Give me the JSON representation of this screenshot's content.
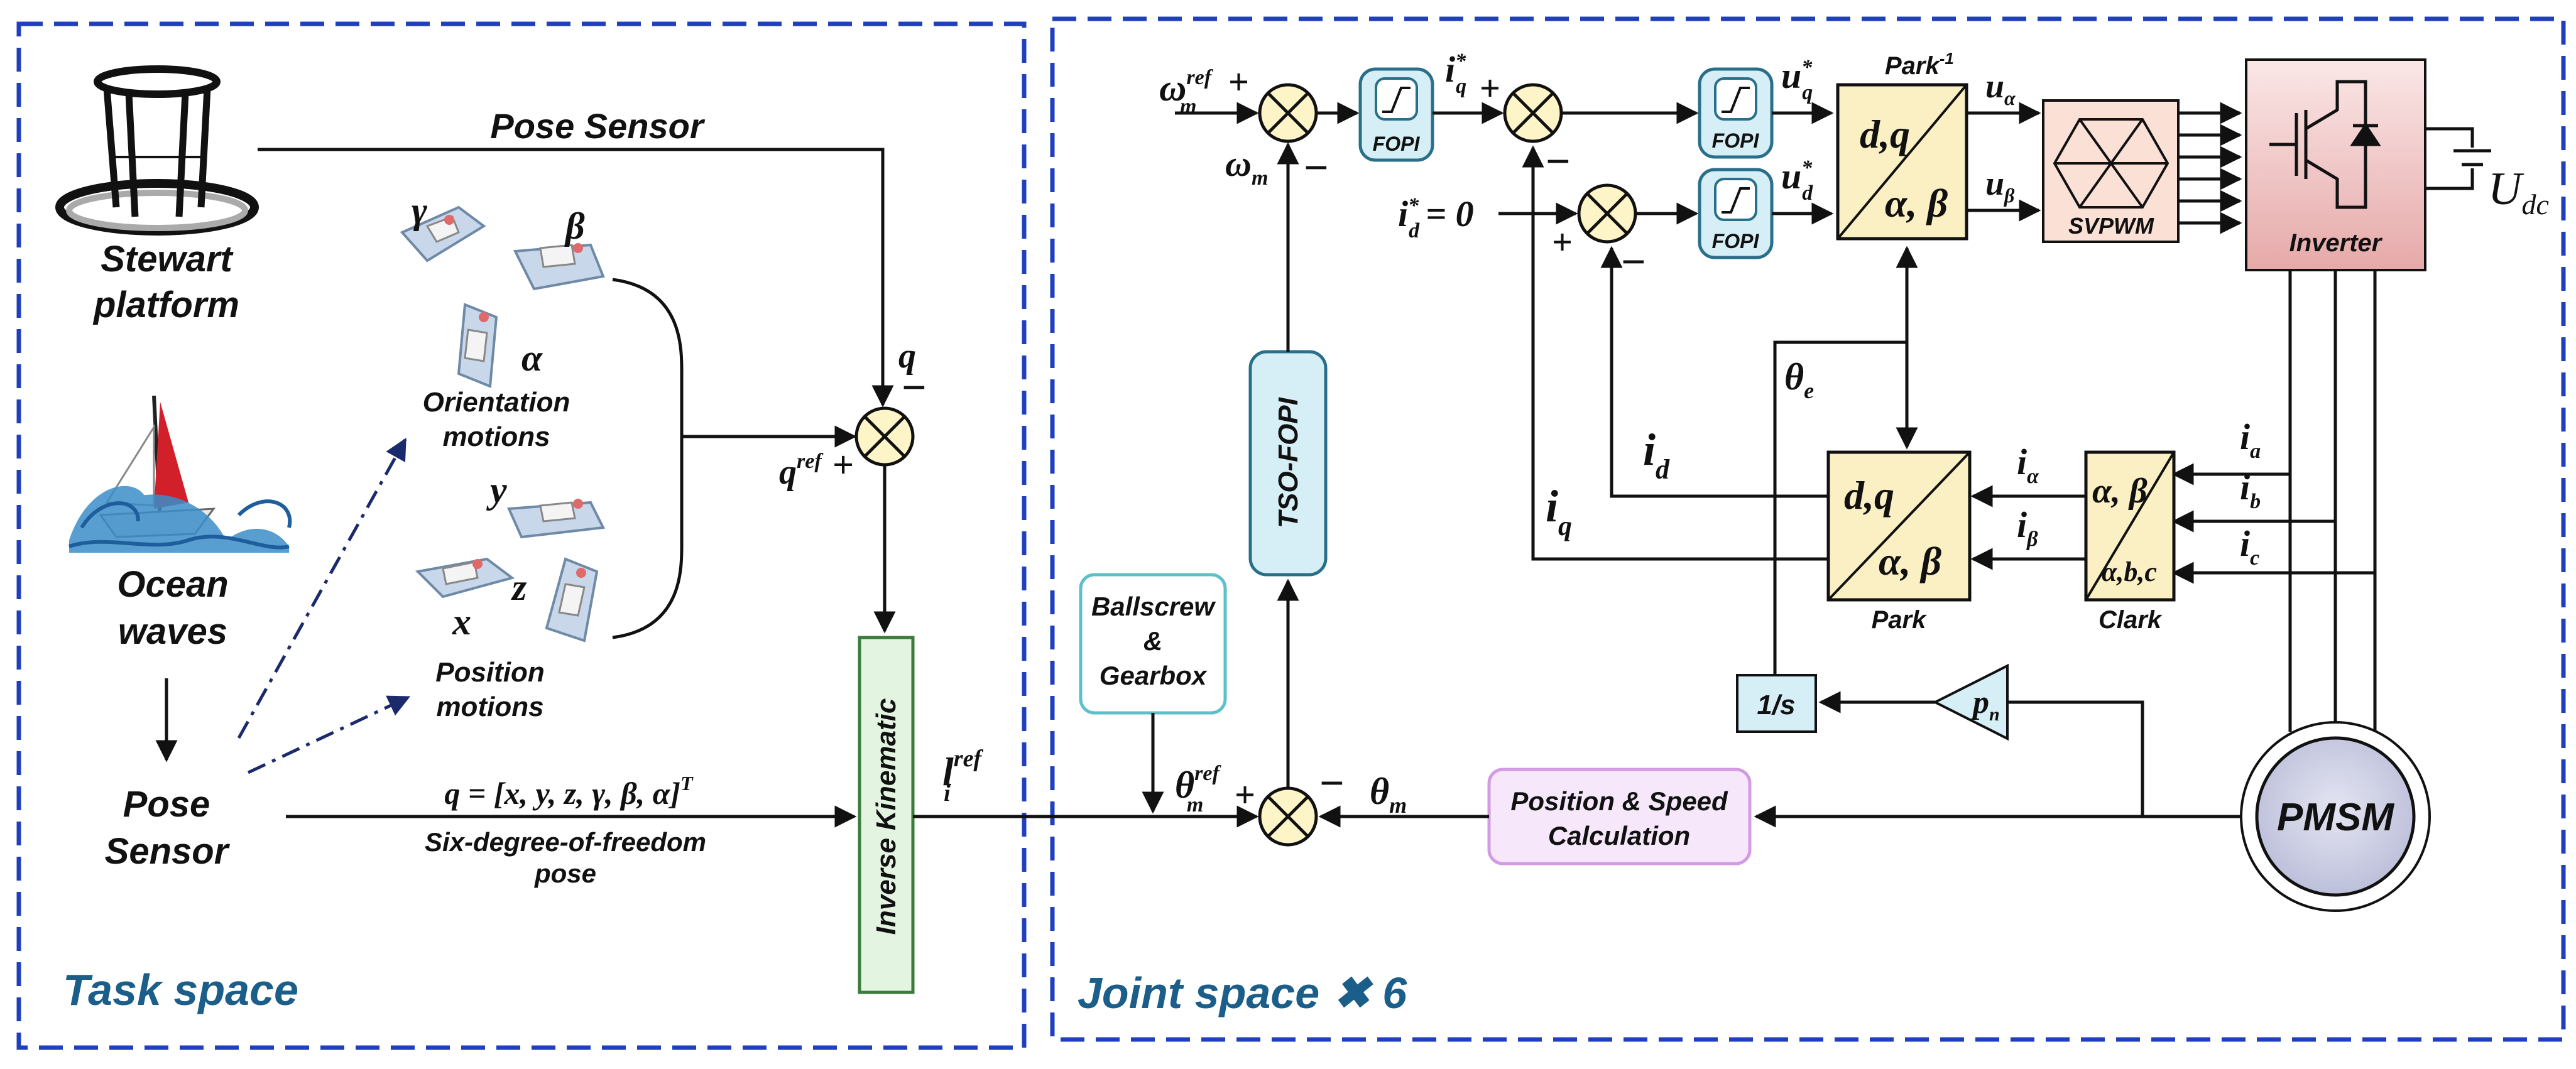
{
  "colors": {
    "border": "#1f3fbf",
    "space_label": "#1b5e8a",
    "fopi_fill": "#d6eef5",
    "fopi_stroke": "#2a6f8a",
    "park_fill": "#fbefc4",
    "svpwm_fill": "#fbe0d6",
    "inverter_fill": "#e9b3b3",
    "ik_fill": "#e3f4e1",
    "ik_stroke": "#3b7b3b",
    "ballscrew_stroke": "#5cc0c8",
    "pos_speed_fill": "#f6e8fa",
    "pos_speed_stroke": "#d39be3",
    "pmsm_fill": "#c9cbe2",
    "sum_fill": "#fdf4c8"
  },
  "task_space": {
    "label": "Task space",
    "stewart_label_1": "Stewart",
    "stewart_label_2": "platform",
    "ocean_label_1": "Ocean",
    "ocean_label_2": "waves",
    "pose_sensor_top": "Pose Sensor",
    "pose_sensor_1": "Pose",
    "pose_sensor_2": "Sensor",
    "orientation_1": "Orientation",
    "orientation_2": "motions",
    "position_1": "Position",
    "position_2": "motions",
    "gamma": "γ",
    "beta": "β",
    "alpha": "α",
    "y": "y",
    "x": "x",
    "z": "z",
    "q": "q",
    "q_minus": "−",
    "qref": "q",
    "qref_sup": "ref",
    "qref_plus": "+",
    "pose_eq": "q = [x, y, z, γ, β, α]",
    "pose_eq_sup": "T",
    "pose_desc_1": "Six-degree-of-freedom",
    "pose_desc_2": "pose",
    "inverse_kinematic": "Inverse Kinematic"
  },
  "joint_space": {
    "label": "Joint space",
    "multiplier": "✖ 6",
    "l_ref": "l",
    "l_ref_sub": "i",
    "l_ref_sup": "ref",
    "ballscrew_1": "Ballscrew",
    "ballscrew_2": "&",
    "ballscrew_3": "Gearbox",
    "theta_ref": "θ",
    "theta_ref_sub": "m",
    "theta_ref_sup": "ref",
    "theta_m": "θ",
    "theta_m_sub": "m",
    "theta_e": "θ",
    "theta_e_sub": "e",
    "tso_fopi": "TSO-FOPI",
    "omega_ref": "ω",
    "omega_ref_sub": "m",
    "omega_ref_sup": "ref",
    "omega_m": "ω",
    "omega_m_sub": "m",
    "fopi": "FOPI",
    "iq_star": "i",
    "iq_star_sub": "q",
    "iq_star_sup": "*",
    "id_star": "i",
    "id_star_sub": "d",
    "id_star_sup": "*",
    "id_star_eq": "= 0",
    "uq_star": "u",
    "uq_star_sub": "q",
    "ud_star": "u",
    "ud_star_sub": "d",
    "star": "*",
    "park_inv_title": "Park",
    "park_inv_sup": "-1",
    "dq": "d,q",
    "ab": "α, β",
    "ab_comma": "α, β",
    "abc": "α,b,c",
    "u_alpha": "u",
    "u_alpha_sub": "α",
    "u_beta": "u",
    "u_beta_sub": "β",
    "svpwm": "SVPWM",
    "inverter": "Inverter",
    "udc": "U",
    "udc_sub": "dc",
    "id": "i",
    "id_sub": "d",
    "iq": "i",
    "iq_sub": "q",
    "i_alpha": "i",
    "i_alpha_sub": "α",
    "i_beta": "i",
    "i_beta_sub": "β",
    "ia": "i",
    "ia_sub": "a",
    "ib": "i",
    "ib_sub": "b",
    "ic": "i",
    "ic_sub": "c",
    "park": "Park",
    "clark": "Clark",
    "integrator": "1/s",
    "pn": "p",
    "pn_sub": "n",
    "pos_speed_1": "Position & Speed",
    "pos_speed_2": "Calculation",
    "pmsm": "PMSM",
    "plus": "+",
    "minus": "−"
  }
}
